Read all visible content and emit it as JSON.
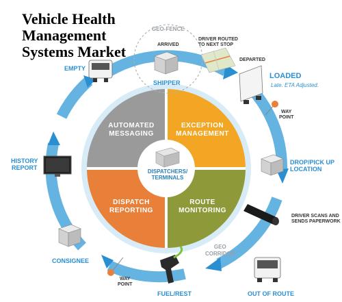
{
  "title": [
    "Vehicle Health",
    "Management",
    "Systems Market"
  ],
  "center": [
    "DISPATCHERS/",
    "TERMINALS"
  ],
  "quadrants": {
    "automated": [
      "AUTOMATED",
      "MESSAGING"
    ],
    "exception": [
      "EXCEPTION",
      "MANAGEMENT"
    ],
    "dispatch": [
      "DISPATCH",
      "REPORTING"
    ],
    "route": [
      "ROUTE",
      "MONITORING"
    ]
  },
  "labels": {
    "geo_fence": "GEO-FENCE",
    "arrived": "ARRIVED",
    "shipper": "SHIPPER",
    "driver_routed": [
      "DRIVER ROUTED",
      "TO NEXT STOP"
    ],
    "departed": "DEPARTED",
    "empty": "EMPTY",
    "loaded": "LOADED",
    "loaded_sub": "Late. ETA Adjusted.",
    "way_point_right": [
      "WAY",
      "POINT"
    ],
    "history": [
      "HISTORY",
      "REPORT"
    ],
    "drop_pick": [
      "DROP/PICK UP",
      "LOCATION"
    ],
    "driver_scans": [
      "DRIVER SCANS AND",
      "SENDS PAPERWORK"
    ],
    "geo_corridor": [
      "GEO",
      "CORRIDOR"
    ],
    "consignee": "CONSIGNEE",
    "way_point_bottom": [
      "WAY",
      "POINT"
    ],
    "fuel": "FUEL/REST",
    "out_of_route": "OUT OF ROUTE"
  },
  "colors": {
    "automated": "#9a9a9a",
    "exception": "#f2a623",
    "dispatch": "#e9803a",
    "route": "#8e9a3a",
    "ring": "#2a8fd0",
    "label": "#2a8fd0"
  }
}
